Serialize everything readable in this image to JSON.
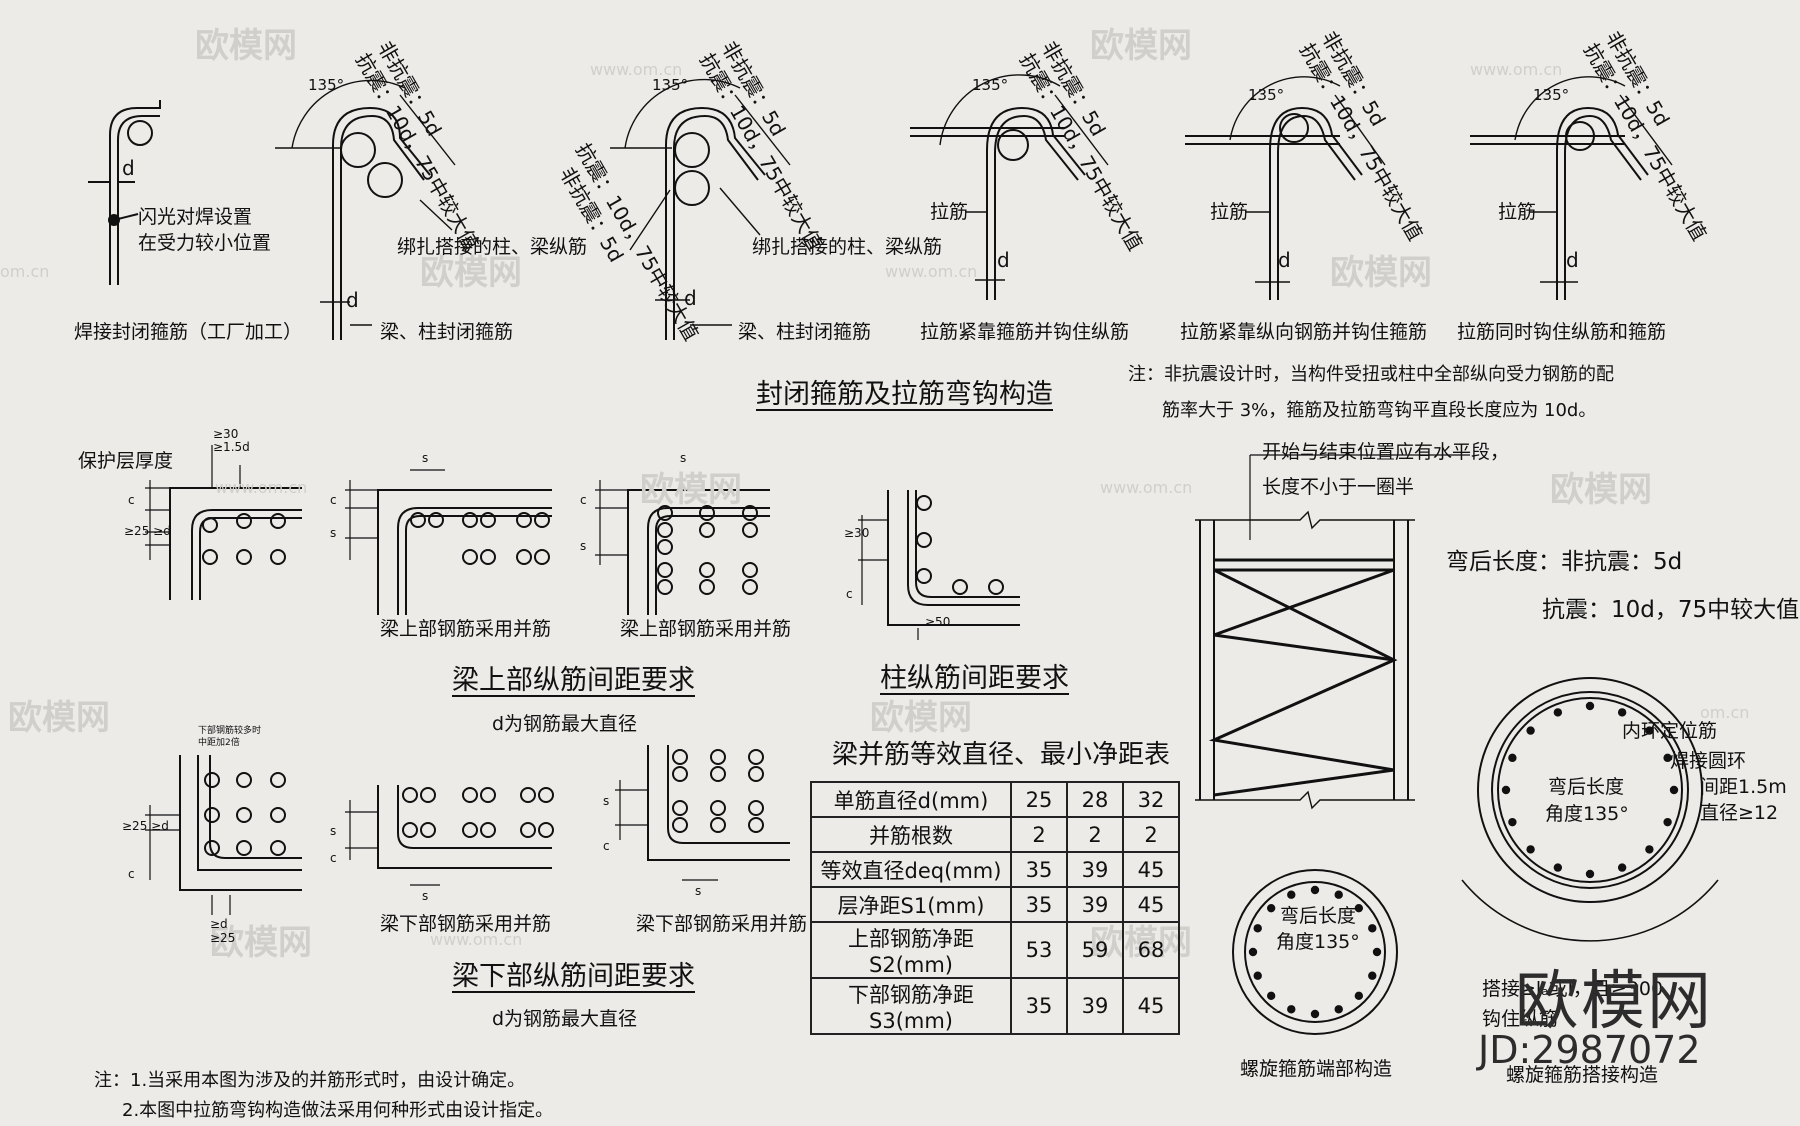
{
  "watermarks": {
    "brand": "欧模网",
    "site": "www.om.cn",
    "site_short": "om.cn"
  },
  "hooks": {
    "welded": {
      "dim": "d",
      "weld_note_1": "闪光对焊设置",
      "weld_note_2": "在受力较小位置",
      "caption": "焊接封闭箍筋（工厂加工）"
    },
    "angle": "135°",
    "h2": {
      "l1": "非抗震：5d",
      "l2": "抗震：10d，75中较大值",
      "bundle": "绑扎搭接的柱、梁纵筋",
      "dim": "d",
      "caption": "梁、柱封闭箍筋"
    },
    "h3": {
      "l1": "非抗震：5d",
      "l2": "抗震：10d，75中较大值",
      "side1": "抗震：10d，75中较大值",
      "side2": "非抗震：5d",
      "bundle": "绑扎搭接的柱、梁纵筋",
      "dim": "d",
      "caption": "梁、柱封闭箍筋"
    },
    "h4": {
      "l1": "非抗震：5d",
      "l2": "抗震：10d，75中较大值",
      "tie": "拉筋",
      "dim": "d",
      "caption": "拉筋紧靠箍筋并钩住纵筋"
    },
    "h5": {
      "l1": "非抗震：5d",
      "l2": "抗震：10d，75中较大值",
      "tie": "拉筋",
      "dim": "d",
      "caption": "拉筋紧靠纵向钢筋并钩住箍筋"
    },
    "h6": {
      "l1": "非抗震：5d",
      "l2": "抗震：10d，75中较大值",
      "tie": "拉筋",
      "dim": "d",
      "caption": "拉筋同时钩住纵筋和箍筋"
    },
    "section_title": "封闭箍筋及拉筋弯钩构造",
    "note_1": "注：非抗震设计时，当构件受扭或柱中全部纵向受力钢筋的配",
    "note_2": "筋率大于 3%，箍筋及拉筋弯钩平直段长度应为 10d。"
  },
  "beam_top": {
    "cover": "保护层厚度",
    "gap1": "≥30",
    "gap2": "≥1.5d",
    "c": "c",
    "s": "s",
    "side_dim": "≥25 ≥d",
    "cap2": "梁上部钢筋采用并筋",
    "cap3": "梁上部钢筋采用并筋",
    "title": "梁上部纵筋间距要求",
    "sub": "d为钢筋最大直径"
  },
  "column": {
    "s50": "≥50",
    "c": "c",
    "title": "柱纵筋间距要求"
  },
  "beam_bottom": {
    "top_label_1": "下部钢筋较多时",
    "top_label_2": "中距加2倍",
    "d1": "≥d",
    "d2": "≥25",
    "cap2": "梁下部钢筋采用并筋",
    "cap3": "梁下部钢筋采用并筋",
    "title": "梁下部纵筋间距要求",
    "sub": "d为钢筋最大直径"
  },
  "table": {
    "title": "梁并筋等效直径、最小净距表",
    "rows": [
      {
        "label": "单筋直径d(mm)",
        "v": [
          "25",
          "28",
          "32"
        ]
      },
      {
        "label": "并筋根数",
        "v": [
          "2",
          "2",
          "2"
        ]
      },
      {
        "label": "等效直径deq(mm)",
        "v": [
          "35",
          "39",
          "45"
        ]
      },
      {
        "label": "层净距S1(mm)",
        "v": [
          "35",
          "39",
          "45"
        ]
      },
      {
        "label": "上部钢筋净距S2(mm)",
        "v": [
          "53",
          "59",
          "68"
        ]
      },
      {
        "label": "下部钢筋净距S3(mm)",
        "v": [
          "35",
          "39",
          "45"
        ]
      }
    ]
  },
  "spiral": {
    "note_1": "开始与结束位置应有水平段，",
    "note_2": "长度不小于一圈半",
    "bend_1": "弯后长度：非抗震：5d",
    "bend_2": "抗震：10d，75中较大值",
    "inner_1": "弯后长度",
    "inner_2": "角度135°",
    "end_caption": "螺旋箍筋端部构造"
  },
  "spiral_lap": {
    "ring_label": "内环定位筋",
    "ring_1": "焊接圆环",
    "ring_2": "间距1.5m",
    "ring_3": "直径≥12",
    "inner_1": "弯后长度",
    "inner_2": "角度135°",
    "lap_1": "搭接≥lₐ或l，且≥300",
    "lap_2": "钩住纵筋",
    "caption": "螺旋箍筋搭接构造"
  },
  "bottom_notes": {
    "n1": "注：1.当采用本图为涉及的并筋形式时，由设计确定。",
    "n2": "2.本图中拉筋弯钩构造做法采用何种形式由设计指定。"
  },
  "brand": {
    "name": "欧模网",
    "id": "JD:2987072"
  },
  "colors": {
    "paper": "#ecebe8",
    "ink": "#111111",
    "watermark": "#d0cfcc"
  }
}
